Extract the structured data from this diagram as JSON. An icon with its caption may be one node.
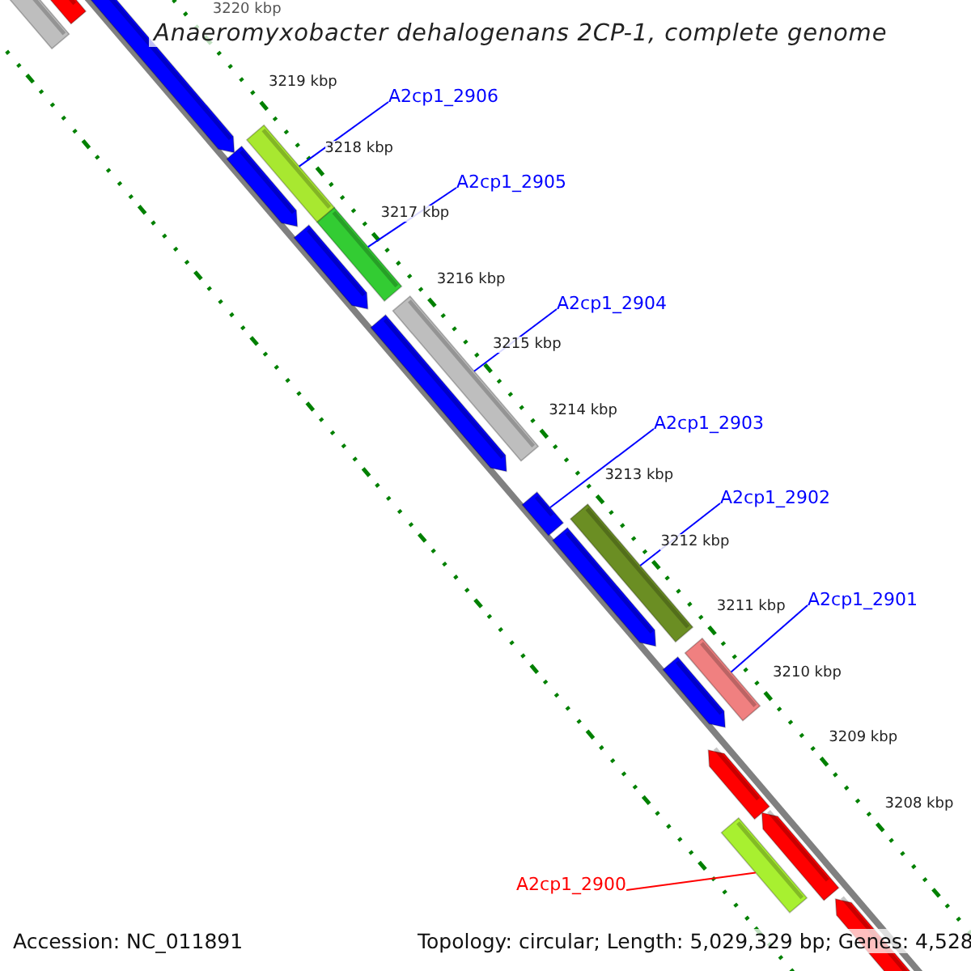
{
  "diagram": {
    "title": "Anaeromyxobacter dehalogenans 2CP-1, complete genome",
    "nodes": [
      {
        "text": [
          "A2cp1_2906"
        ]
      },
      {
        "text": [
          "A2cp1_2905"
        ]
      },
      {
        "text": [
          "A2cp1_2904"
        ]
      },
      {
        "text": [
          "A2cp1_2903"
        ]
      },
      {
        "text": [
          "A2cp1_2902"
        ]
      },
      {
        "text": [
          "A2cp1_2901"
        ]
      },
      {
        "text": [
          "A2cp1_2900"
        ]
      },
      {
        "text": [],
        "shape": "bar"
      },
      {
        "text": [],
        "shape": "bar"
      },
      {
        "text": [],
        "shape": "bar"
      },
      {
        "text": [],
        "shape": "bar"
      },
      {
        "text": [],
        "shape": "bar"
      },
      {
        "text": [],
        "shape": "bar"
      },
      {
        "text": [],
        "shape": "bar"
      }
    ],
    "edges": [
      {
        "from": 0,
        "to": 7,
        "arrow": "none"
      },
      {
        "from": 1,
        "to": 8,
        "arrow": "none"
      },
      {
        "from": 2,
        "to": 9,
        "arrow": "none"
      },
      {
        "from": 3,
        "to": 10,
        "arrow": "none"
      },
      {
        "from": 4,
        "to": 11,
        "arrow": "none"
      },
      {
        "from": 5,
        "to": 12,
        "arrow": "none"
      },
      {
        "from": 6,
        "to": 13,
        "arrow": "none",
        "color": "#ff0000"
      }
    ],
    "labels": [
      "3220 kbp",
      "3219 kbp",
      "3218 kbp",
      "3217 kbp",
      "3216 kbp",
      "3215 kbp",
      "3214 kbp",
      "3213 kbp",
      "3212 kbp",
      "3211 kbp",
      "3210 kbp",
      "3209 kbp",
      "3208 kbp",
      "Accession: NC_011891",
      "Topology: circular; Length: 5,029,329 bp; Genes: 4,528"
    ]
  }
}
